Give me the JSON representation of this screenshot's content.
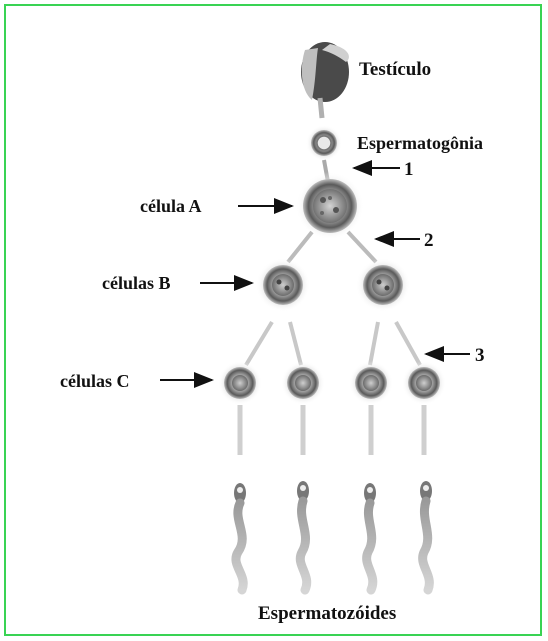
{
  "labels": {
    "testis": "Testículo",
    "spermatogonium": "Espermatogônia",
    "cell_a": "célula A",
    "cells_b": "células B",
    "cells_c": "células C",
    "spermatozoa": "Espermatozóides",
    "stage_1": "1",
    "stage_2": "2",
    "stage_3": "3"
  },
  "colors": {
    "border": "#39d353",
    "text": "#111111"
  }
}
